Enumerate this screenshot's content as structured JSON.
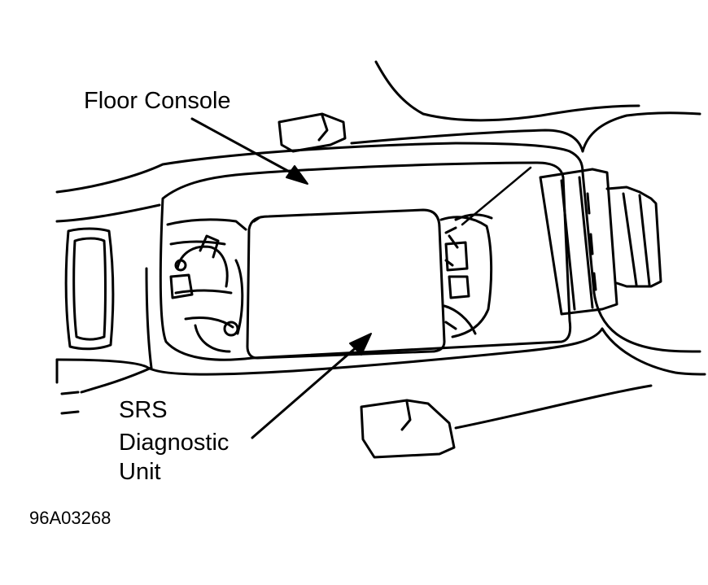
{
  "labels": {
    "floor_console": "Floor Console",
    "srs_lines": [
      "SRS",
      "Diagnostic",
      "Unit"
    ],
    "figure_id": "96A03268"
  },
  "colors": {
    "ink": "#000000",
    "paper": "#ffffff"
  }
}
